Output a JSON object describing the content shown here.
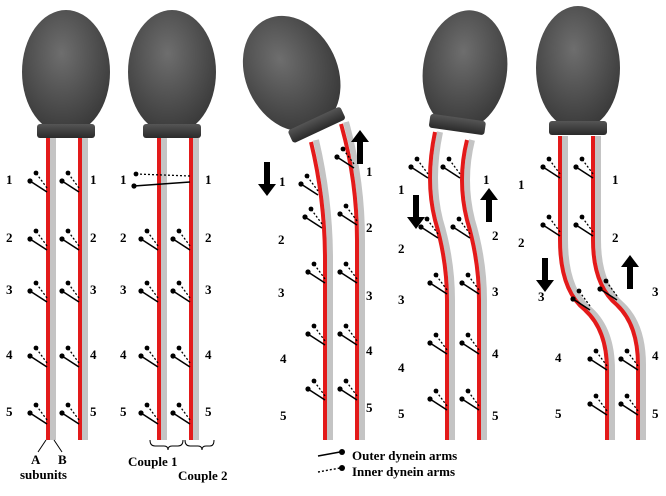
{
  "numbers": [
    "1",
    "2",
    "3",
    "4",
    "5"
  ],
  "labels": {
    "subunit_a": "A",
    "subunit_b": "B",
    "subunits": "subunits",
    "couple1": "Couple 1",
    "couple2": "Couple 2"
  },
  "legend": {
    "outer": "Outer dynein arms",
    "inner": "Inner dynein arms"
  },
  "colors": {
    "head": "#5a5a5a",
    "head_dark": "#2e2e2e",
    "collar": "#3a3a3a",
    "red": "#e31a1a",
    "grey": "#c4c4c4",
    "arm": "#000000"
  },
  "icons": [
    "arrow-down-icon",
    "arrow-up-icon"
  ]
}
